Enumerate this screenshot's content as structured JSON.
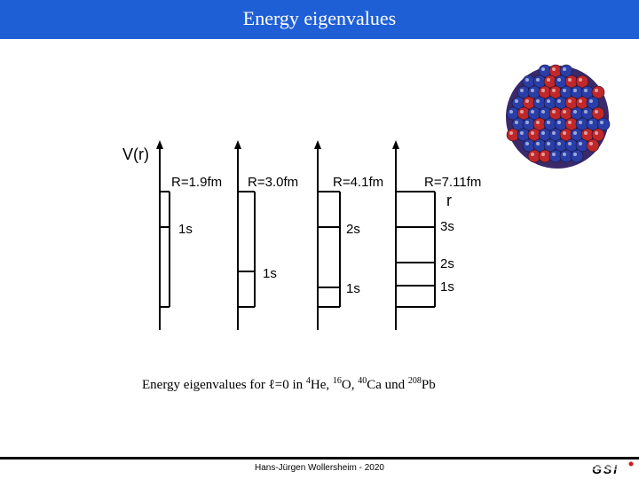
{
  "header": {
    "title": "Energy eigenvalues"
  },
  "diagram": {
    "axis_label_v": "V(r)",
    "axis_label_r": "r",
    "wells": [
      {
        "radius_label": "R=1.9fm",
        "levels": [
          "1s"
        ]
      },
      {
        "radius_label": "R=3.0fm",
        "levels": [
          "1s"
        ]
      },
      {
        "radius_label": "R=4.1fm",
        "levels": [
          "1s",
          "2s"
        ]
      },
      {
        "radius_label": "R=7.11fm",
        "levels": [
          "1s",
          "2s",
          "3s"
        ]
      }
    ]
  },
  "caption": {
    "prefix": "Energy eigenvalues for ℓ=0 in ",
    "he_mass": "4",
    "he": "He, ",
    "o_mass": "16",
    "o": "O, ",
    "ca_mass": "40",
    "ca": "Ca und ",
    "pb_mass": "208",
    "pb": "Pb"
  },
  "footer": {
    "author": "Hans-Jürgen Wollersheim - 2020",
    "logo_text": "GSI"
  },
  "colors": {
    "title_bar": "#1f5fd6",
    "proton": "#c0282a",
    "neutron": "#2a3ea8"
  }
}
